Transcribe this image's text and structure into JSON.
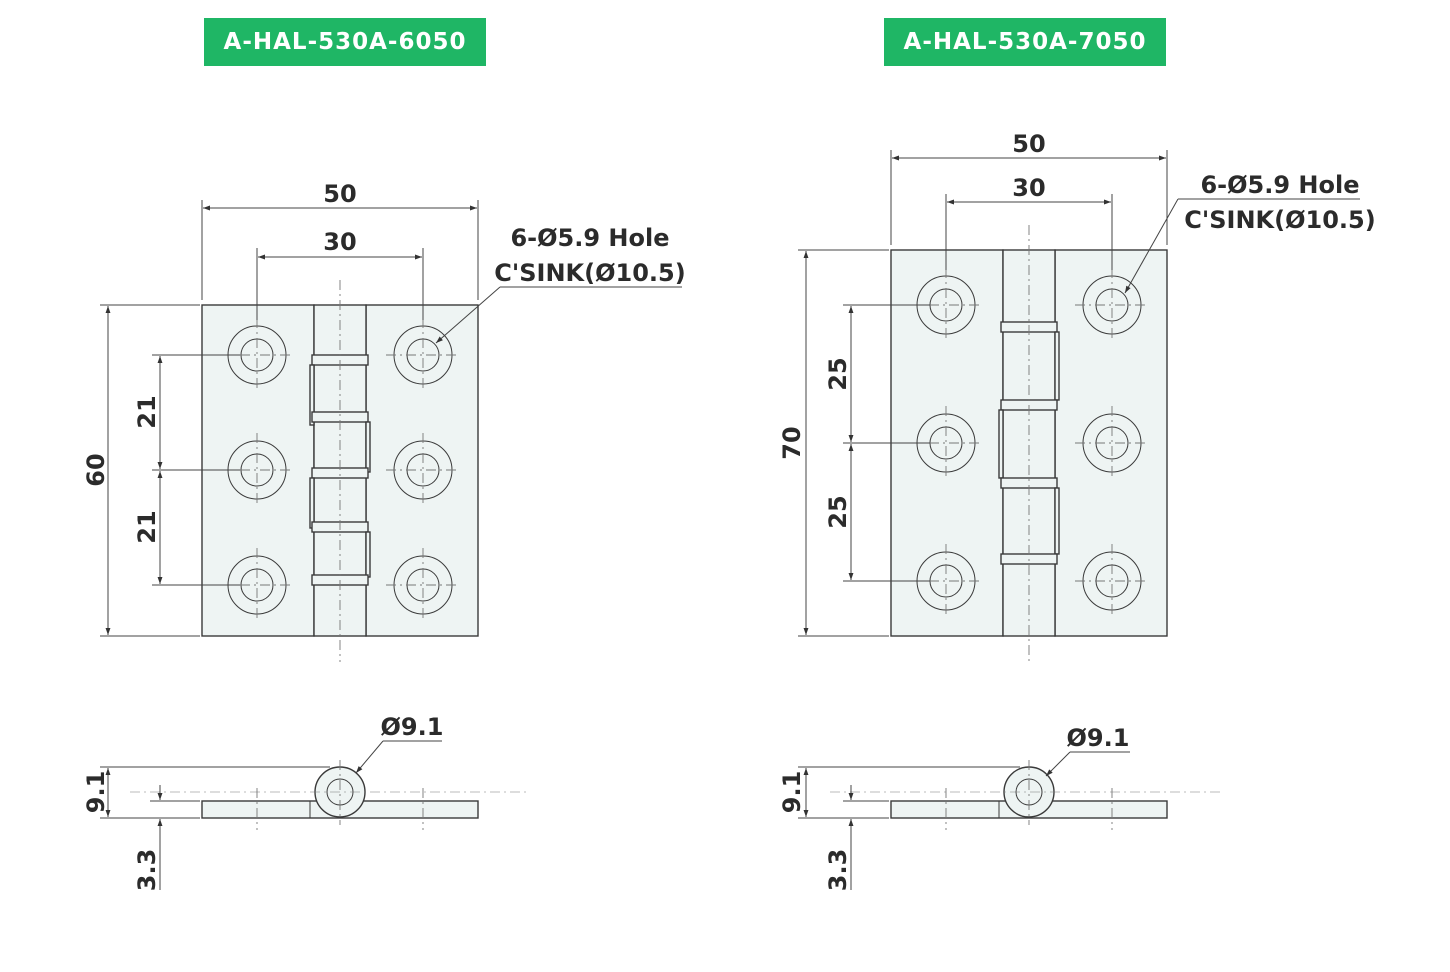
{
  "drawings": [
    {
      "part_number": "A-HAL-530A-6050",
      "width": "50",
      "hole_spacing_x": "30",
      "height": "60",
      "hole_pitch_upper": "21",
      "hole_pitch_lower": "21",
      "hole_note_line1": "6-Ø5.9 Hole",
      "hole_note_line2": "C'SINK(Ø10.5)",
      "pin_diameter": "Ø9.1",
      "knuckle_height": "9.1",
      "leaf_thickness": "3.3"
    },
    {
      "part_number": "A-HAL-530A-7050",
      "width": "50",
      "hole_spacing_x": "30",
      "height": "70",
      "hole_pitch_upper": "25",
      "hole_pitch_lower": "25",
      "hole_note_line1": "6-Ø5.9 Hole",
      "hole_note_line2": "C'SINK(Ø10.5)",
      "pin_diameter": "Ø9.1",
      "knuckle_height": "9.1",
      "leaf_thickness": "3.3"
    }
  ]
}
